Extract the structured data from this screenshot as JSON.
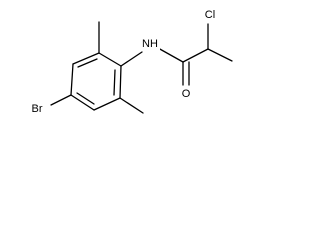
{
  "molecule": {
    "labels": {
      "nh": "NH",
      "o": "O",
      "cl": "Cl",
      "br": "Br"
    },
    "colors": {
      "bond": "#000000",
      "label": "#000000",
      "background": "#ffffff"
    }
  }
}
